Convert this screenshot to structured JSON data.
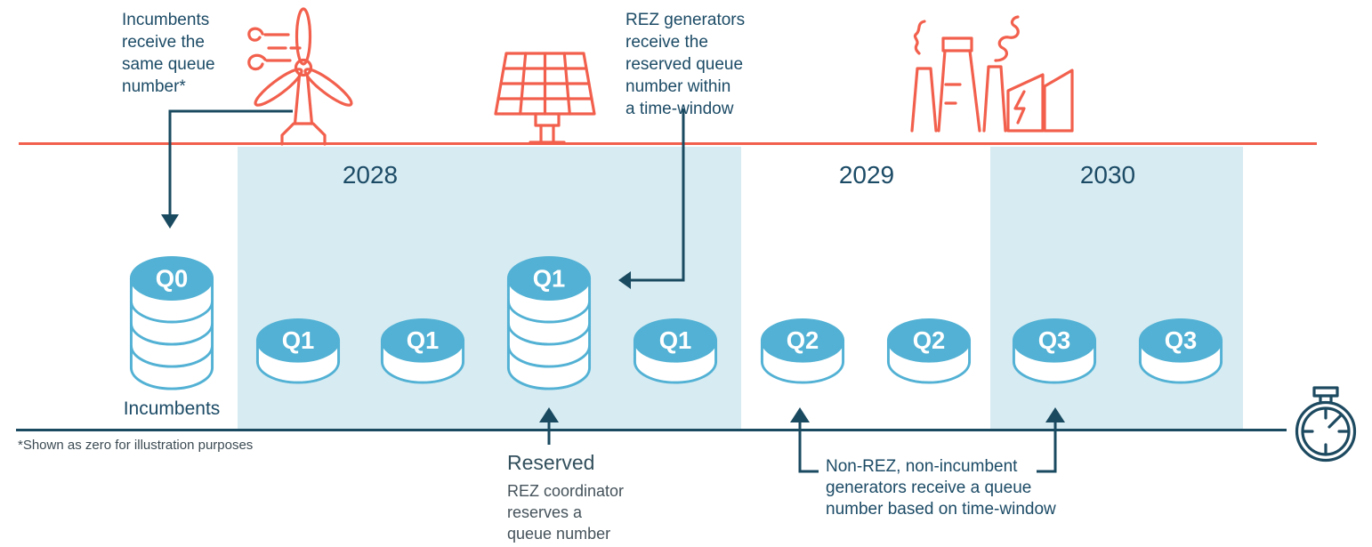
{
  "colors": {
    "coral": "#F2604D",
    "cylinder_blue": "#52B1D4",
    "highlight_blue": "#D7EBF2",
    "navy_text": "#1C4B66",
    "dark_line": "#1A4A60"
  },
  "timeline": {
    "years": [
      {
        "label": "2028",
        "highlighted": true
      },
      {
        "label": "2029",
        "highlighted": false
      },
      {
        "label": "2030",
        "highlighted": true
      }
    ]
  },
  "notes": {
    "incumbents": "Incumbents\nreceive the\nsame queue\nnumber*",
    "rez_generators": "REZ generators\nreceive the\nreserved queue\nnumber within\na time-window",
    "non_rez": "Non-REZ, non-incumbent\ngenerators receive a queue\nnumber based on time-window",
    "footnote": "*Shown as zero for illustration purposes"
  },
  "reserved": {
    "title": "Reserved",
    "body": "REZ coordinator\nreserves a\nqueue number"
  },
  "incumbents_label": "Incumbents",
  "queues": [
    {
      "label": "Q0",
      "size": "tall",
      "column": "incumbents"
    },
    {
      "label": "Q1",
      "size": "small",
      "column": "2028"
    },
    {
      "label": "Q1",
      "size": "small",
      "column": "2028"
    },
    {
      "label": "Q1",
      "size": "tall",
      "column": "2028"
    },
    {
      "label": "Q1",
      "size": "small",
      "column": "2028"
    },
    {
      "label": "Q2",
      "size": "small",
      "column": "2029"
    },
    {
      "label": "Q2",
      "size": "small",
      "column": "2029"
    },
    {
      "label": "Q3",
      "size": "small",
      "column": "2030"
    },
    {
      "label": "Q3",
      "size": "small",
      "column": "2030"
    }
  ],
  "icons": {
    "wind_turbine": "wind-turbine",
    "solar_panel": "solar-panel",
    "factory": "factory",
    "stopwatch": "stopwatch"
  }
}
